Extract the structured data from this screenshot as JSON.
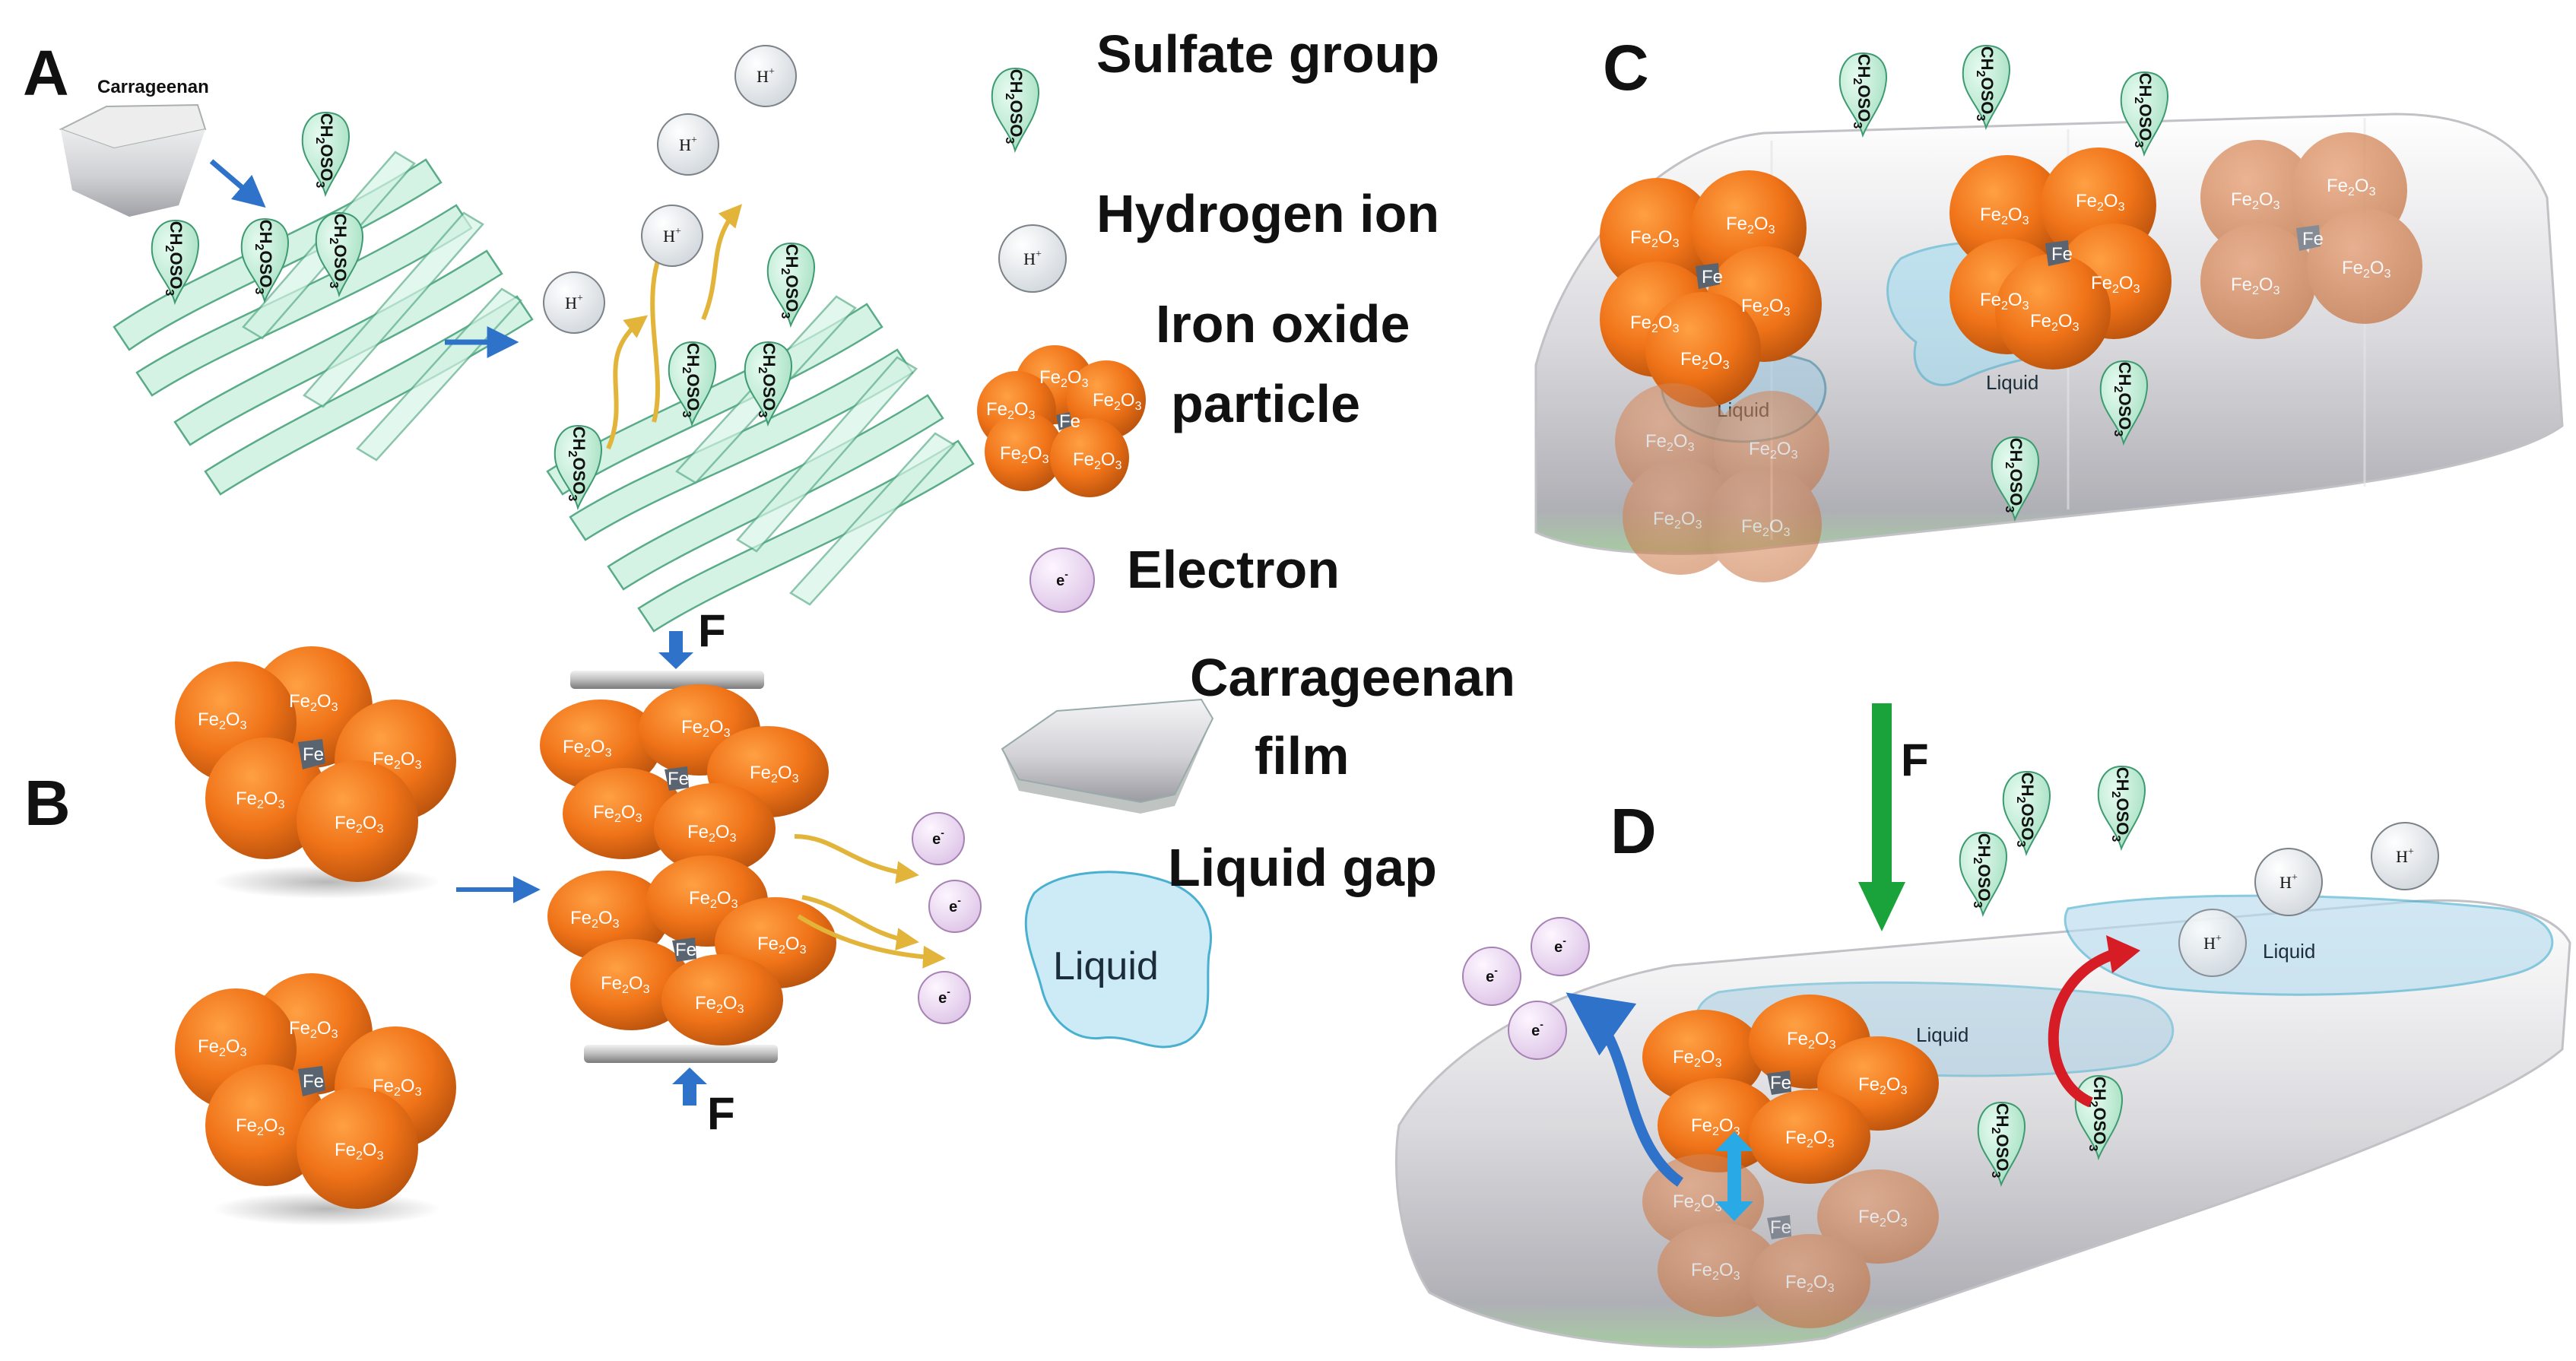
{
  "panels": {
    "a": "A",
    "b": "B",
    "c": "C",
    "d": "D"
  },
  "labels": {
    "carrageenan": "Carrageenan",
    "force": "F",
    "liquid": "Liquid"
  },
  "molecules": {
    "sulfate": "CH2OSO3-",
    "sulfate_main": "CH",
    "sulfate_sub": "2",
    "sulfate_tail": "OSO",
    "sulfate_sub2": "3",
    "sulfate_sup": "-",
    "iron": "Fe",
    "iron_oxide_main": "Fe",
    "iron_oxide_sub": "2",
    "iron_oxide_tail": "O",
    "iron_oxide_sub2": "3",
    "hydrogen": "H",
    "hydrogen_sup": "+",
    "electron": "e",
    "electron_sup": "-"
  },
  "legend": {
    "sulfate_group": "Sulfate group",
    "hydrogen_ion": "Hydrogen ion",
    "iron_oxide_line1": "Iron oxide",
    "iron_oxide_line2": "particle",
    "electron": "Electron",
    "film_line1": "Carrageenan",
    "film_line2": "film",
    "liquid_gap": "Liquid gap"
  },
  "colors": {
    "iron_oxide": "#f07318",
    "iron_oxide_dark": "#c9560d",
    "iron_core": "#5a6470",
    "sulfate_fill": "#bfeed6",
    "sulfate_stroke": "#3e9a70",
    "fiber_fill": "#d3f3e4",
    "fiber_stroke": "#52a882",
    "ion_fill": "#eceff2",
    "electron_fill": "#f1dcf4",
    "electron_stroke": "#a682b4",
    "liquid_fill": "#cdeaf7",
    "liquid_stroke": "#4ab0cf",
    "film_fill": "#c9c9cd",
    "arrow_blue": "#2e73c9",
    "arrow_yellow": "#e2b43a",
    "arrow_green": "#1aa33b",
    "arrow_red": "#d61c24",
    "arrow_cyan": "#29a9e6"
  }
}
